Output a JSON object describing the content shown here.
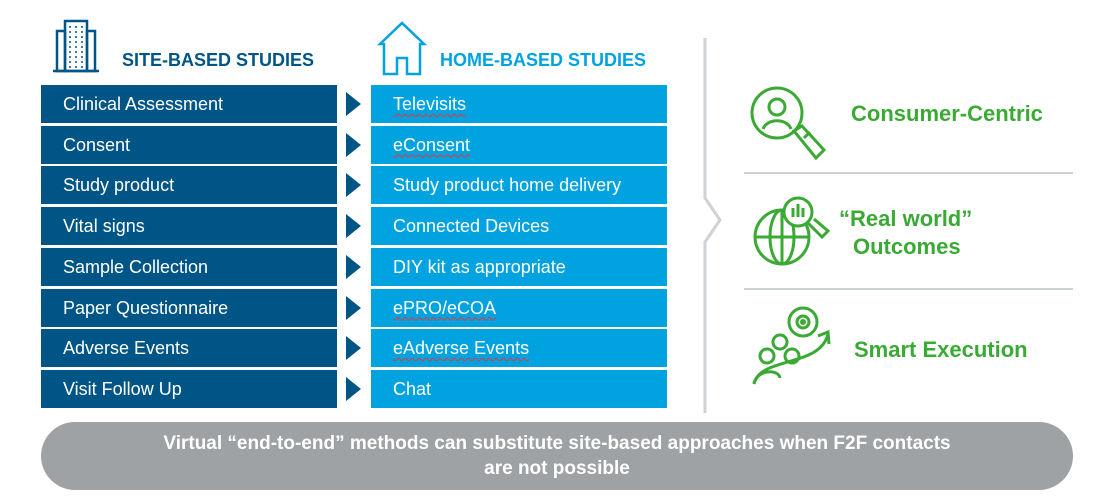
{
  "site": {
    "title": "SITE-BASED STUDIES",
    "items": [
      "Clinical Assessment",
      "Consent",
      "Study product",
      "Vital signs",
      "Sample Collection",
      "Paper Questionnaire",
      "Adverse Events",
      "Visit Follow Up"
    ]
  },
  "home": {
    "title": "HOME-BASED STUDIES",
    "items": [
      "Televisits",
      "eConsent",
      "Study product home delivery",
      "Connected Devices",
      "DIY kit as appropriate",
      "ePRO/eCOA",
      "eAdverse Events",
      "Chat"
    ]
  },
  "benefits": {
    "consumer": "Consumer-Centric",
    "real_world_1": "“Real world”",
    "real_world_2": "Outcomes",
    "smart": "Smart Execution"
  },
  "footer": {
    "line1": "Virtual “end-to-end” methods can substitute site-based approaches when F2F contacts",
    "line2": "are not possible"
  },
  "colors": {
    "site": "#005587",
    "home": "#00a3e0",
    "green": "#3aaa35",
    "footer": "#9ea2a4"
  }
}
